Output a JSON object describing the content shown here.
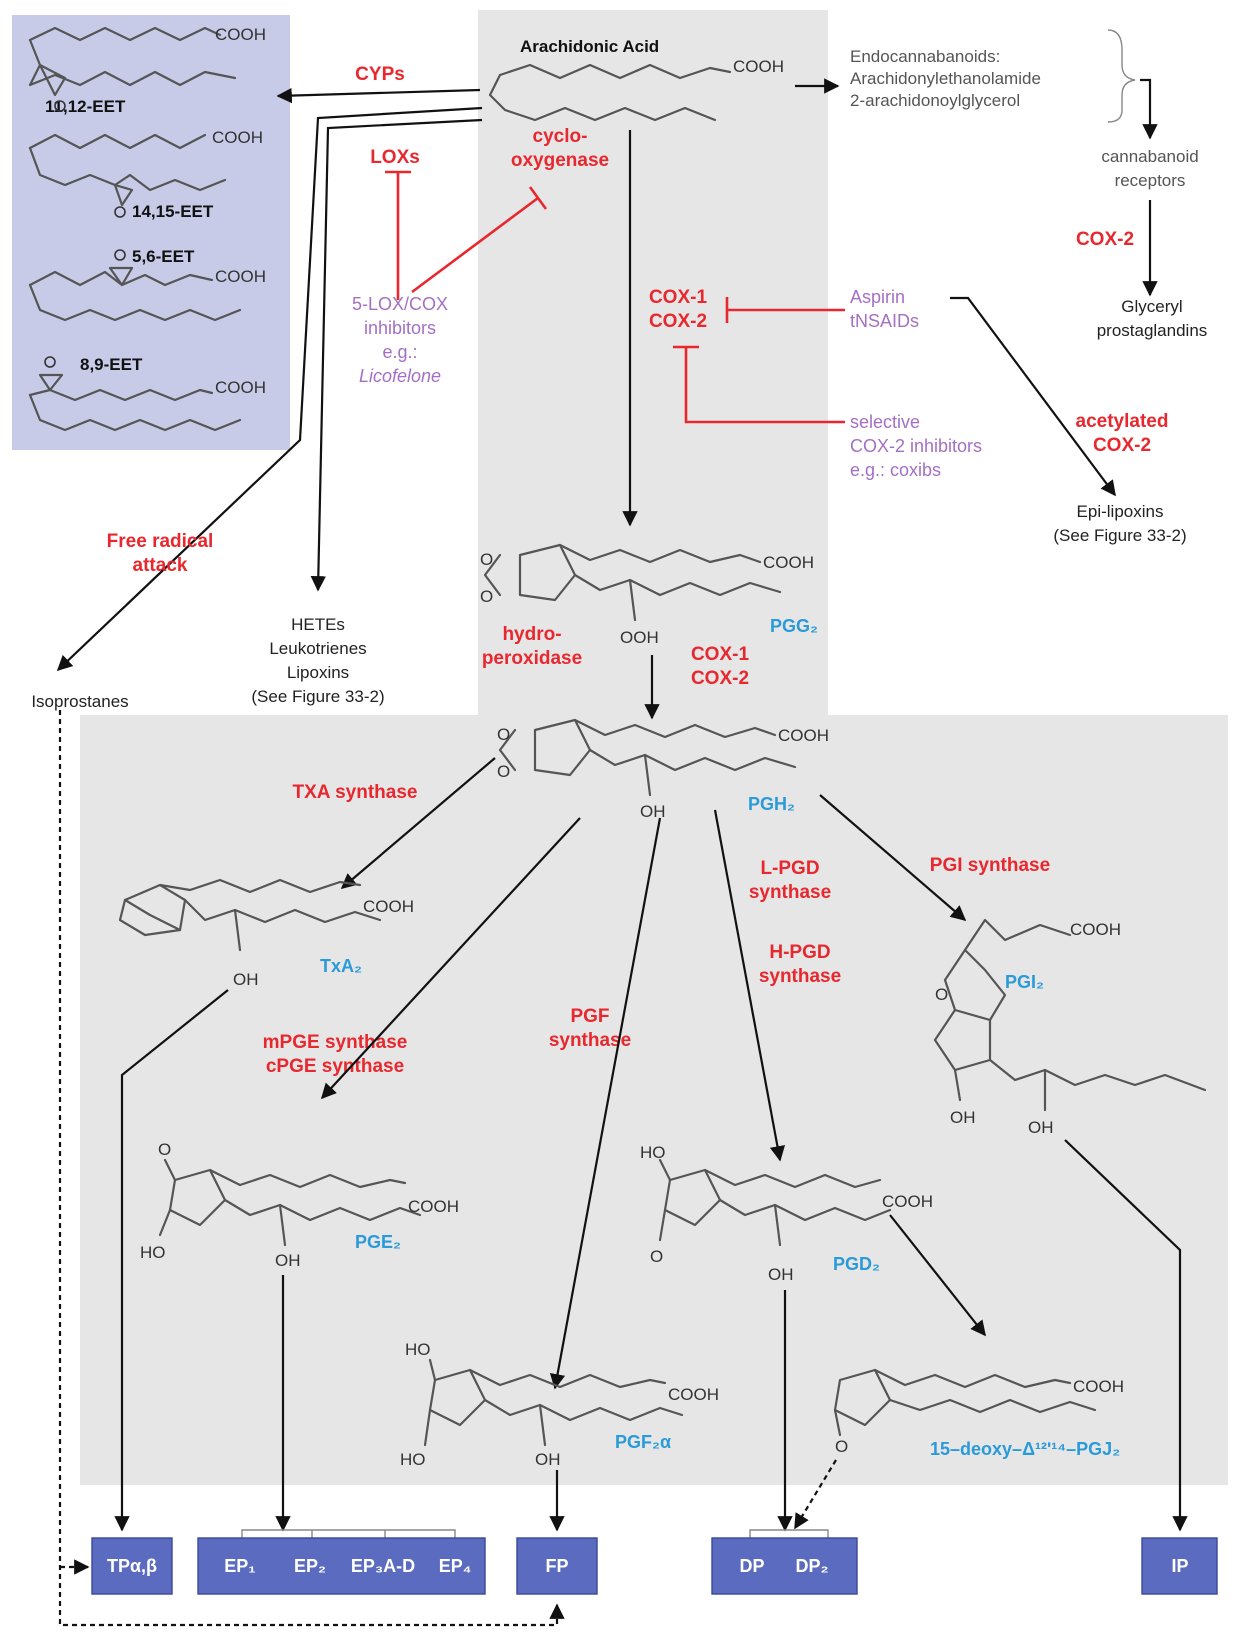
{
  "colors": {
    "enzyme": "#e8282e",
    "drug": "#a56fc4",
    "product": "#2a9ad8",
    "receptor_box": "#5b6bbf",
    "panel_blue": "#c7cbe7",
    "panel_gray": "#e6e6e6"
  },
  "top": {
    "arachidonic_acid": "Arachidonic Acid",
    "cooh": "COOH",
    "endocannabinoids": [
      "Endocannabanoids:",
      "Arachidonylethanolamide",
      "2-arachidonoylglycerol"
    ],
    "cannabinoid_receptors": [
      "cannabanoid",
      "receptors"
    ],
    "cox2_endo": "COX-2",
    "glyceryl": [
      "Glyceryl",
      "prostaglandins"
    ]
  },
  "eets": [
    "11,12-EET",
    "14,15-EET",
    "5,6-EET",
    "8,9-EET"
  ],
  "enzymes": {
    "cyps": "CYPs",
    "loxs": "LOXs",
    "cyclooxygenase": [
      "cyclo-",
      "oxygenase"
    ],
    "cox12": [
      "COX-1",
      "COX-2"
    ],
    "acetylated": [
      "acetylated",
      "COX-2"
    ],
    "free_radical": [
      "Free radical",
      "attack"
    ],
    "hydroperoxidase": [
      "hydro-",
      "peroxidase"
    ],
    "cox12b": [
      "COX-1",
      "COX-2"
    ],
    "txa_synthase": "TXA synthase",
    "mpge": [
      "mPGE synthase",
      "cPGE synthase"
    ],
    "pgf_synthase": [
      "PGF",
      "synthase"
    ],
    "lpgd": [
      "L-PGD",
      "synthase"
    ],
    "hpgd": [
      "H-PGD",
      "synthase"
    ],
    "pgi_synthase": "PGI synthase"
  },
  "drugs": {
    "lox_cox": [
      "5-LOX/COX",
      "inhibitors",
      "e.g.:",
      "Licofelone"
    ],
    "aspirin": [
      "Aspirin",
      "tNSAIDs"
    ],
    "coxibs": [
      "selective",
      "COX-2 inhibitors",
      "e.g.: coxibs"
    ]
  },
  "products": {
    "epi_lipoxins": [
      "Epi-lipoxins",
      "(See Figure 33-2)"
    ],
    "isoprostanes": "Isoprostanes",
    "hetes": [
      "HETEs",
      "Leukotrienes",
      "Lipoxins",
      "(See Figure 33-2)"
    ],
    "pgg2": "PGG₂",
    "pgh2": "PGH₂",
    "txa2": "TxA₂",
    "pgi2": "PGI₂",
    "pge2": "PGE₂",
    "pgd2": "PGD₂",
    "pgf2a": "PGF₂α",
    "pgj2": "15–deoxy–Δ¹²ʹ¹⁴–PGJ₂"
  },
  "groups": {
    "ooh": "OOH",
    "oh": "OH",
    "ho": "HO",
    "o": "O"
  },
  "receptors": [
    "TPα,β",
    "EP₁",
    "EP₂",
    "EP₃A-D",
    "EP₄",
    "FP",
    "DP",
    "DP₂",
    "IP"
  ]
}
